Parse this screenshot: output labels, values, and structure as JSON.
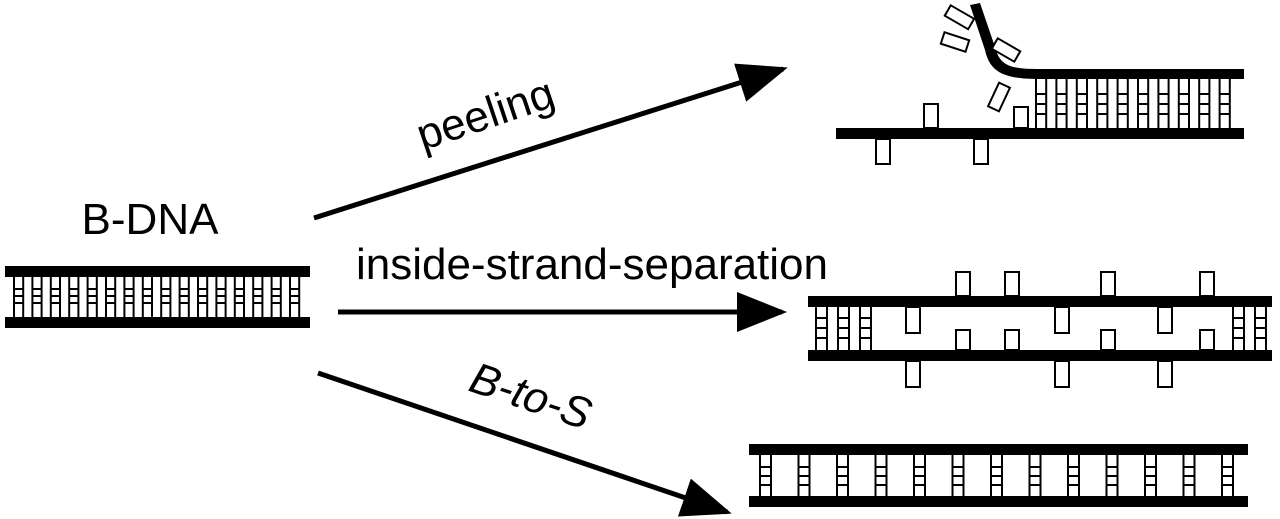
{
  "labels": {
    "start": "B-DNA",
    "peeling": "peeling",
    "inside": "inside-strand-separation",
    "bs": "B-to-S"
  },
  "colors": {
    "ink": "#000000",
    "background": "#ffffff"
  }
}
